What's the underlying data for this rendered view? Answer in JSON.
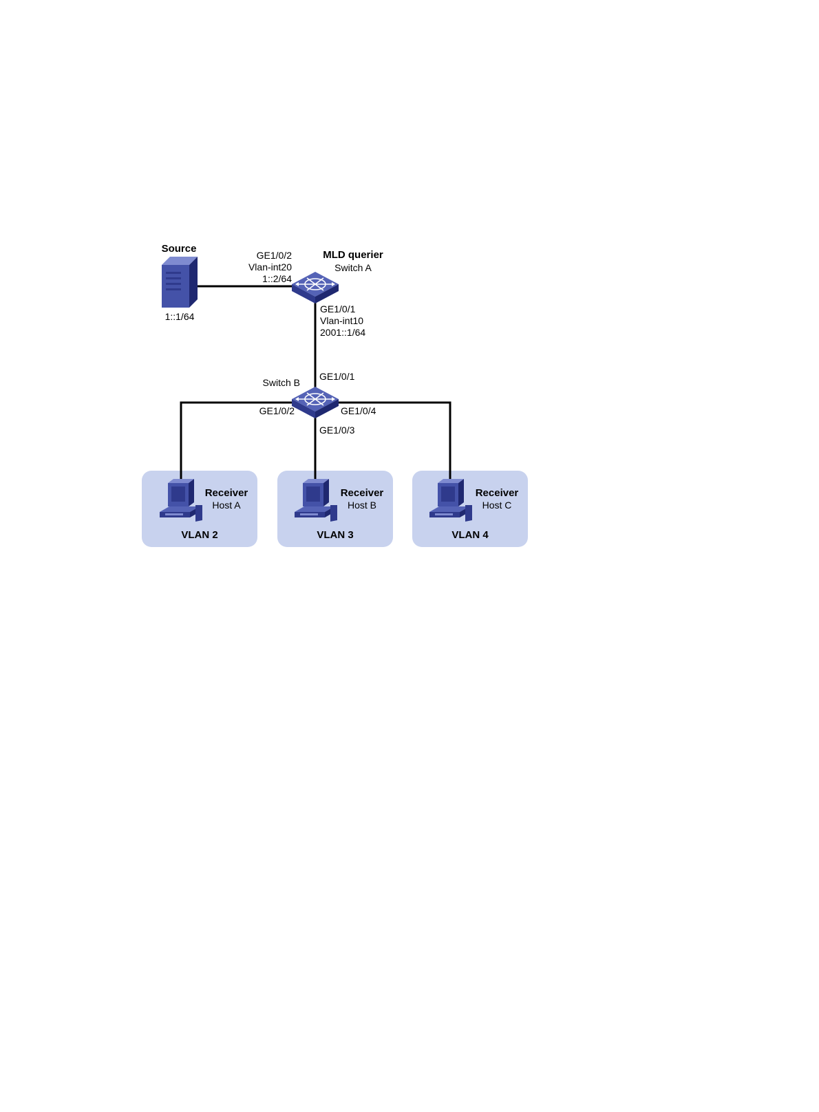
{
  "colors": {
    "vlan_box": "#c8d2ee",
    "device_top": "#5563b6",
    "device_side": "#2f3a8c",
    "device_dark": "#1f2870",
    "link": "#000000"
  },
  "source": {
    "title": "Source",
    "address": "1::1/64",
    "icon": "server-icon"
  },
  "switch_a": {
    "role": "MLD querier",
    "name": "Switch A",
    "icon": "switch-icon",
    "port_to_source": {
      "port": "GE1/0/2",
      "interface": "Vlan-int20",
      "address": "1::2/64"
    },
    "port_to_switch_b": {
      "port": "GE1/0/1",
      "interface": "Vlan-int10",
      "address": "2001::1/64"
    }
  },
  "switch_b": {
    "name": "Switch B",
    "icon": "switch-icon",
    "port_up": "GE1/0/1",
    "port_left": "GE1/0/2",
    "port_down": "GE1/0/3",
    "port_right": "GE1/0/4"
  },
  "vlans": [
    {
      "vlan": "VLAN 2",
      "role": "Receiver",
      "host": "Host A",
      "icon": "host-pc-icon"
    },
    {
      "vlan": "VLAN 3",
      "role": "Receiver",
      "host": "Host B",
      "icon": "host-pc-icon"
    },
    {
      "vlan": "VLAN 4",
      "role": "Receiver",
      "host": "Host C",
      "icon": "host-pc-icon"
    }
  ]
}
